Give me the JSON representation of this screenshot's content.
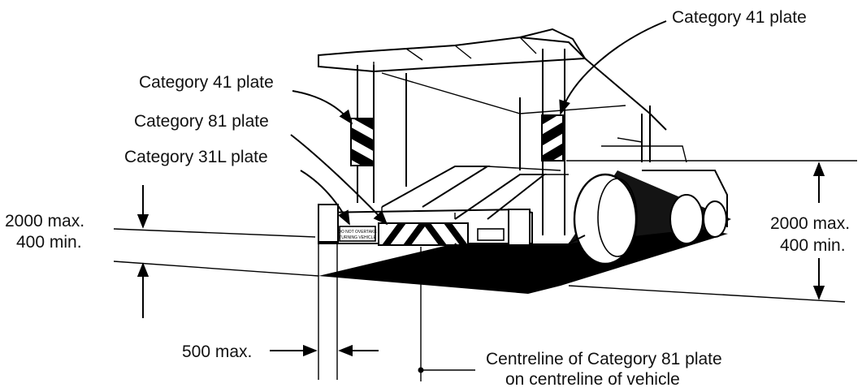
{
  "labels": {
    "cat41_left": "Category 41 plate",
    "cat81": "Category 81 plate",
    "cat31l": "Category 31L plate",
    "cat41_right": "Category 41 plate",
    "left_max": "2000 max.",
    "left_min": "400 min.",
    "right_max": "2000 max.",
    "right_min": "400 min.",
    "width_max": "500 max.",
    "centre_line1": "Centreline of Category 81 plate",
    "centre_line2": "on centreline of vehicle"
  },
  "plate_text": {
    "line1": "DO NOT OVERTAKE",
    "line2": "TURNING VEHICLE"
  }
}
